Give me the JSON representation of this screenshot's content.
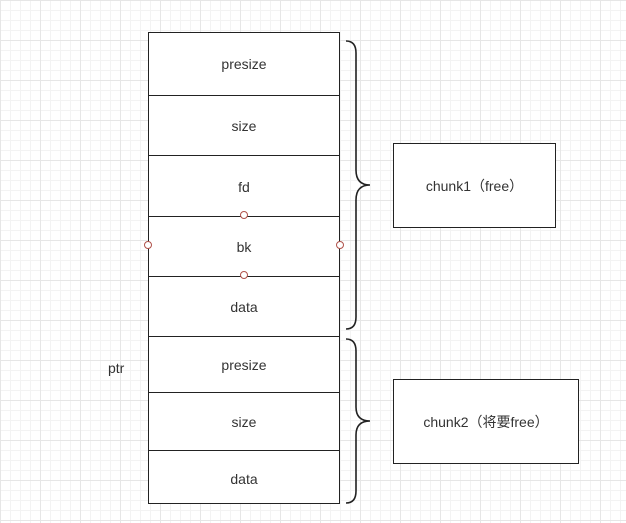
{
  "diagram": {
    "cells": [
      "presize",
      "size",
      "fd",
      "bk",
      "data",
      "presize",
      "size",
      "data"
    ],
    "ptr_label": "ptr",
    "chunk1_label": "chunk1（free）",
    "chunk2_label": "chunk2（将要free）",
    "handle_color": "#b0524a"
  }
}
